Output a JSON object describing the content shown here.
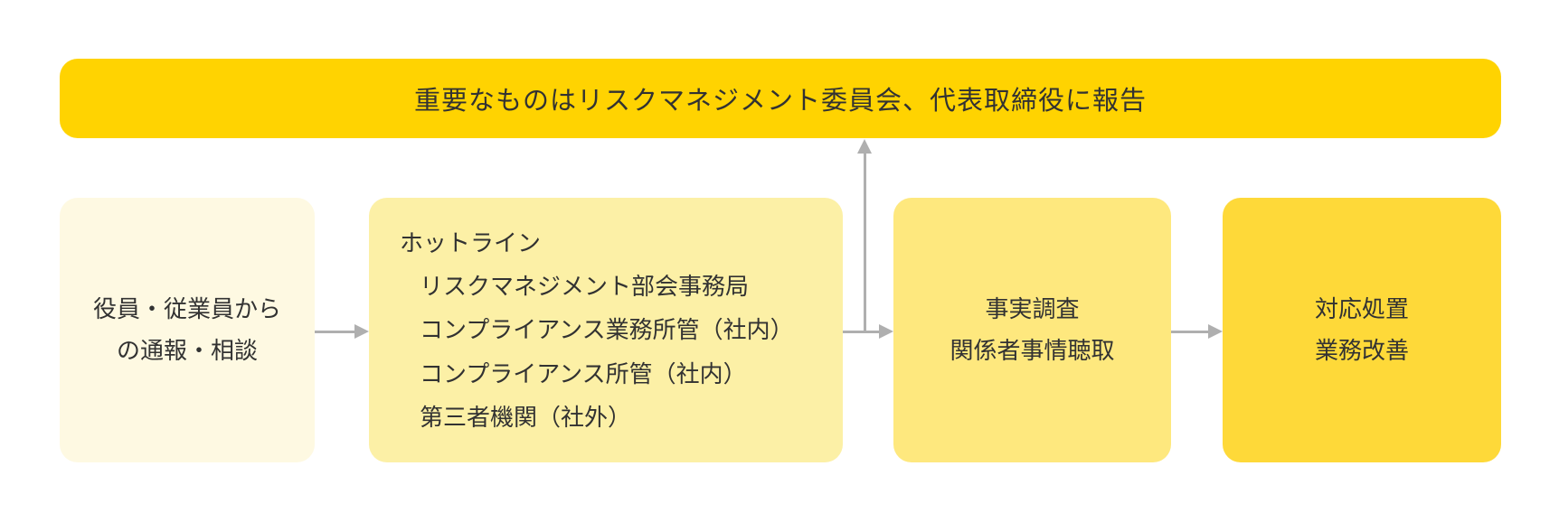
{
  "banner": {
    "text": "重要なものはリスクマネジメント委員会、代表取締役に報告"
  },
  "flow": {
    "step1": {
      "line1": "役員・従業員から",
      "line2": "の通報・相談"
    },
    "step2": {
      "title": "ホットライン",
      "items": [
        "リスクマネジメント部会事務局",
        "コンプライアンス業務所管（社内）",
        "コンプライアンス所管（社内）",
        "第三者機関（社外）"
      ]
    },
    "step3": {
      "line1": "事実調査",
      "line2": "関係者事情聴取"
    },
    "step4": {
      "line1": "対応処置",
      "line2": "業務改善"
    }
  },
  "colors": {
    "banner_bg": "#FFD301",
    "step1_bg": "#FEF9E2",
    "step2_bg": "#FCF0A6",
    "step3_bg": "#FEE87E",
    "step4_bg": "#FED939",
    "arrow": "#AFAFAF",
    "text": "#323232"
  }
}
